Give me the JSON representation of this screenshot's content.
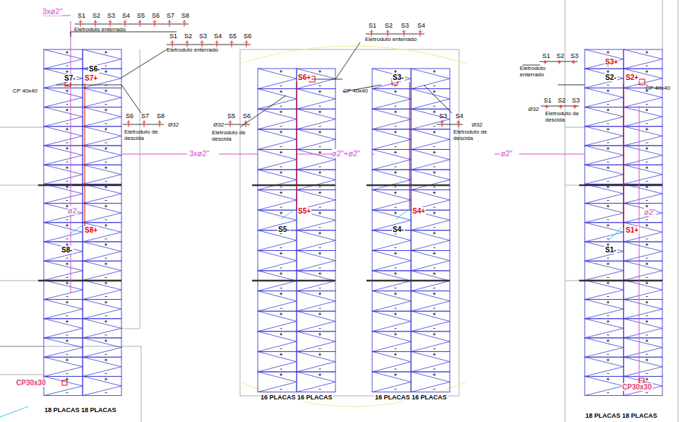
{
  "diagram": {
    "nodes": [
      {
        "text": [
          "S6-",
          "S7-",
          "S7+",
          "S8+",
          "S8-",
          "CP30x30",
          "18 PLACAS 18 PLACAS"
        ]
      },
      {
        "text": [
          "S6+",
          "S5+",
          "S5-",
          "16 PLACAS 16 PLACAS"
        ]
      },
      {
        "text": [
          "S3-",
          "S4+",
          "S4-",
          "16 PLACAS 16 PLACAS"
        ]
      },
      {
        "text": [
          "S3+",
          "S2-",
          "S2+",
          "S1+",
          "S1-",
          "CP30x30",
          "18 PLACAS 18 PLACAS"
        ]
      }
    ],
    "labels": [
      "3xø2\"",
      "S1",
      "S2",
      "S3",
      "S4",
      "S5",
      "S6",
      "S7",
      "S8",
      "Eletroduto enterrado",
      "S1",
      "S2",
      "S3",
      "S4",
      "S5",
      "S6",
      "Eletroduto enterrado",
      "CP 40x40",
      "S6",
      "S7",
      "S8",
      "Ø32",
      "Eletroduto de descida",
      "3xø2\"",
      "ø2",
      "S5",
      "S6",
      "Ø32",
      "Eletroduto de descida",
      "S1",
      "S2",
      "S3",
      "S4",
      "Eletroduto enterrado",
      "ø2\"+ø2\"",
      "CP 40x40",
      "S3",
      "S4",
      "Ø32",
      "Eletroduto de descida",
      "ø2\"",
      "S1",
      "S2",
      "S3",
      "Eletroduto enterrado",
      "S1",
      "S2",
      "S3",
      "Ø32",
      "Eletroduto de descida",
      "CP 40x40",
      "ø2\""
    ]
  }
}
